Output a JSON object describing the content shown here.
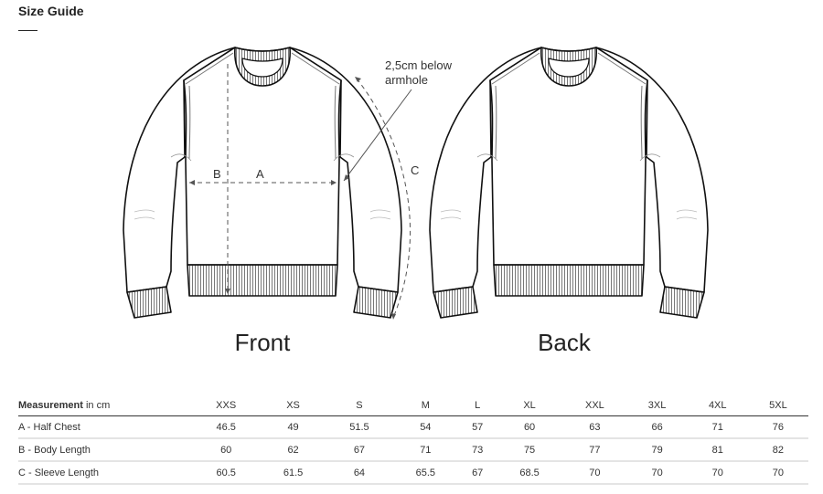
{
  "header": {
    "title": "Size Guide"
  },
  "illustration": {
    "front_label": "Front",
    "back_label": "Back",
    "note": "2,5cm below armhole",
    "markers": {
      "a": "A",
      "b": "B",
      "c": "C"
    }
  },
  "table": {
    "header_bold": "Measurement",
    "header_unit": "in cm",
    "sizes": [
      "XXS",
      "XS",
      "S",
      "M",
      "L",
      "XL",
      "XXL",
      "3XL",
      "4XL",
      "5XL"
    ],
    "rows": [
      {
        "label": "A - Half Chest",
        "values": [
          "46.5",
          "49",
          "51.5",
          "54",
          "57",
          "60",
          "63",
          "66",
          "71",
          "76"
        ]
      },
      {
        "label": "B - Body Length",
        "values": [
          "60",
          "62",
          "67",
          "71",
          "73",
          "75",
          "77",
          "79",
          "81",
          "82"
        ]
      },
      {
        "label": "C - Sleeve Length",
        "values": [
          "60.5",
          "61.5",
          "64",
          "65.5",
          "67",
          "68.5",
          "70",
          "70",
          "70",
          "70"
        ]
      }
    ]
  }
}
